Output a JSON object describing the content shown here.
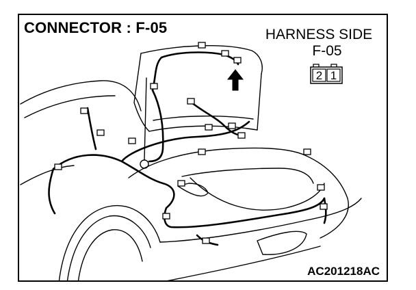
{
  "title": "CONNECTOR : F-05",
  "harness_side": {
    "label": "HARNESS SIDE",
    "connector": "F-05",
    "pins": [
      "2",
      "1"
    ]
  },
  "figure_code": "AC201218AC",
  "icons": [
    "arrow-up-icon",
    "connector-symbol-icon",
    "vehicle-rear-trunk-illustration"
  ]
}
